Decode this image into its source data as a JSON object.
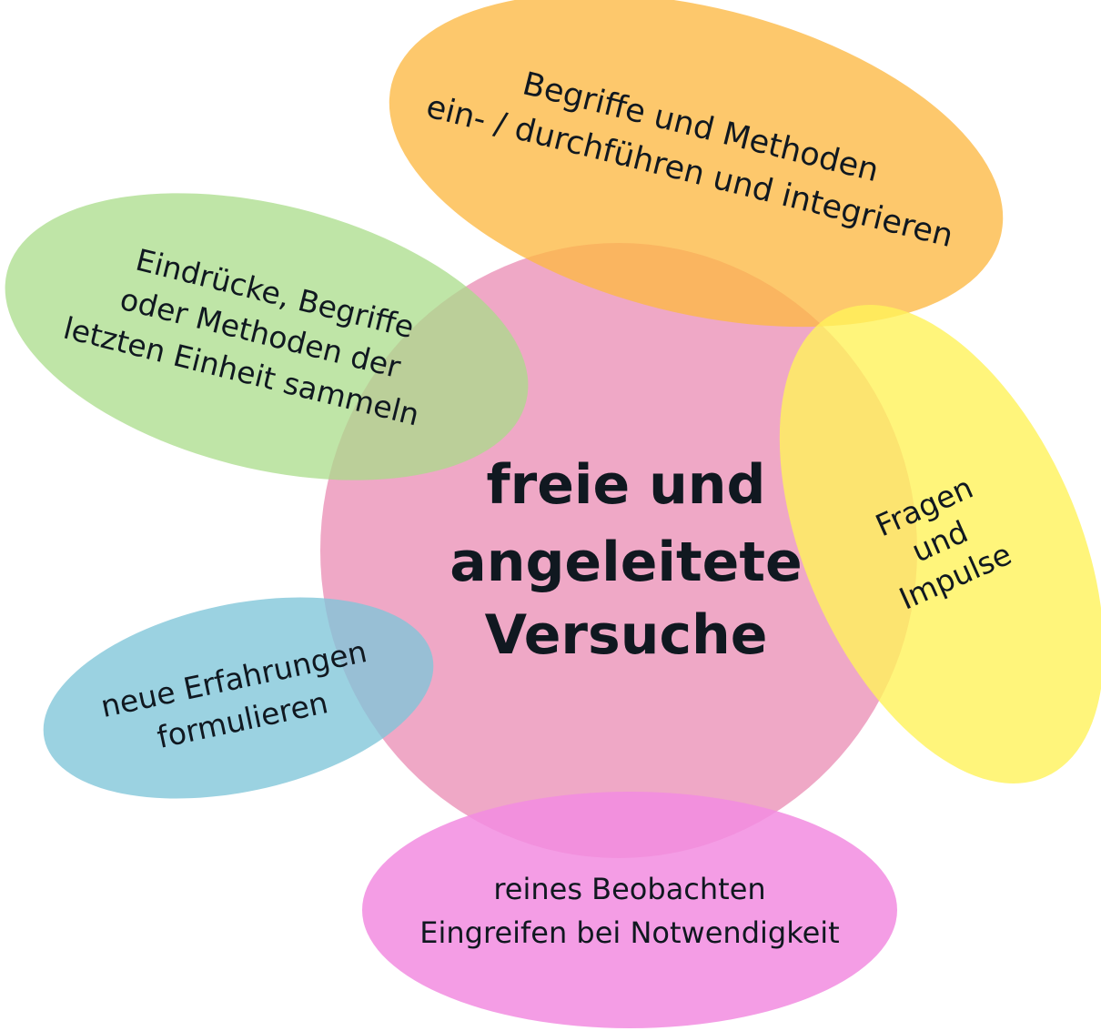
{
  "diagram": {
    "center": {
      "lines": [
        "freie und",
        "angeleitete",
        "Versuche"
      ],
      "color": "#e986b0"
    },
    "bubbles": [
      {
        "id": "top",
        "lines": [
          "Begriffe und Methoden",
          "ein- / durchführen und integrieren"
        ],
        "color": "#fdb942"
      },
      {
        "id": "left",
        "lines": [
          "Eindrücke, Begriffe",
          "oder Methoden der",
          "letzten Einheit sammeln"
        ],
        "color": "#a9dc8a"
      },
      {
        "id": "right",
        "lines": [
          "Fragen",
          "und",
          "Impulse"
        ],
        "color": "#fff25a"
      },
      {
        "id": "bottom-left",
        "lines": [
          "neue Erfahrungen",
          "formulieren"
        ],
        "color": "#7fc5d8"
      },
      {
        "id": "bottom",
        "lines": [
          "reines Beobachten",
          "Eingreifen bei Notwendigkeit"
        ],
        "color": "#f28ce1"
      }
    ]
  }
}
